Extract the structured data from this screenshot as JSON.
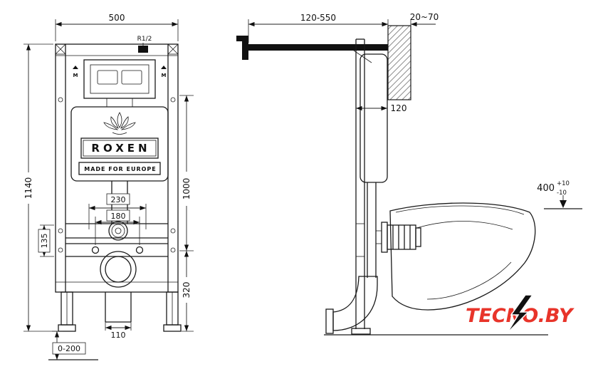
{
  "front_view": {
    "dim_width_top": "500",
    "dim_height_left": "1140",
    "dim_flush_height": "1000",
    "dim_spacing_outer": "230",
    "dim_spacing_inner": "180",
    "dim_rail_height": "135",
    "dim_drain_height": "320",
    "dim_drain_width": "110",
    "dim_feet_range": "0-200",
    "water_inlet_label": "R1/2",
    "adjust_mark_left": "M",
    "adjust_mark_right": "M",
    "brand": "ROXEN",
    "tagline": "MADE FOR EUROPE"
  },
  "side_view": {
    "dim_arm_range": "120-550",
    "dim_wall_thickness": "20~70",
    "dim_frame_depth": "120",
    "dim_bowl_height": "400",
    "dim_bowl_tol_plus": "+10",
    "dim_bowl_tol_minus": "-10"
  },
  "watermark": {
    "text": "TECNO.BY",
    "color": "#e8342a"
  }
}
